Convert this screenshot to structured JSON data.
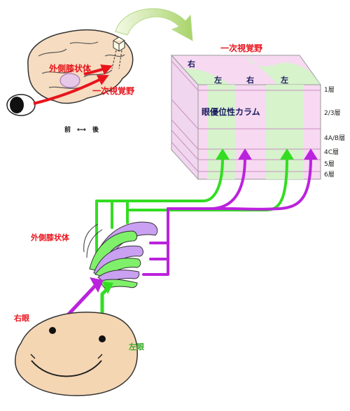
{
  "brain": {
    "lgn_label": "外側膝状体",
    "v1_label": "一次視覚野",
    "front": "前",
    "arrow": "⟷",
    "back": "後"
  },
  "cube": {
    "title": "一次視覚野",
    "top_labels": [
      "右",
      "左",
      "右",
      "左"
    ],
    "column_label": "眼優位性カラム",
    "layers": [
      "1層",
      "2/3層",
      "4A/B層",
      "4C層",
      "5層",
      "6層"
    ]
  },
  "lgn": {
    "label": "外側膝状体"
  },
  "eyes": {
    "right": "右眼",
    "left": "左眼"
  },
  "colors": {
    "green": "#33dd22",
    "magenta": "#bb22dd",
    "pink": "#f7d9f2",
    "light_green": "#d6f3cc",
    "red": "#e8141c",
    "face": "#f5d6b3"
  }
}
